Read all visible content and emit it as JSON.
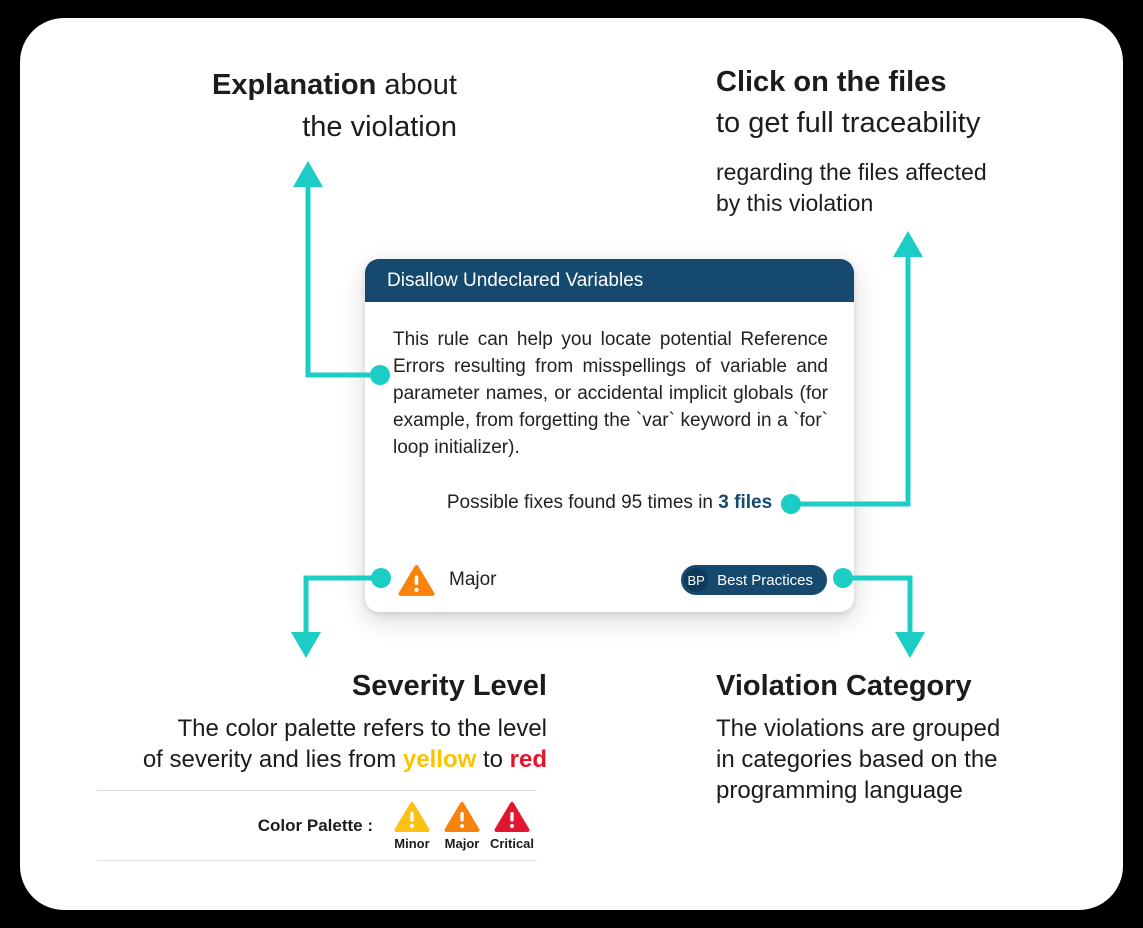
{
  "colors": {
    "accent": "#1BCDC4",
    "navy": "#15496E",
    "navy_dark": "#0B3A5C",
    "major_orange": "#F8820B",
    "text_yellow": "#FBC400",
    "text_red": "#E8132B"
  },
  "annotations": {
    "explanation": {
      "title_bold": "Explanation",
      "title_rest": " about",
      "title_line2": "the violation"
    },
    "traceability": {
      "title": "Click on the files",
      "subtitle": "to get full traceability",
      "body": "regarding the files affected\nby this violation"
    },
    "severity": {
      "title": "Severity Level",
      "body_pre": "The color palette refers to the level\nof severity and lies from ",
      "word_yellow": "yellow",
      "body_mid": " to ",
      "word_red": "red"
    },
    "palette": {
      "label": "Color Palette :",
      "items": [
        {
          "label": "Minor",
          "color": "#FCC213"
        },
        {
          "label": "Major",
          "color": "#F8820B"
        },
        {
          "label": "Critical",
          "color": "#E0172F"
        }
      ]
    },
    "category": {
      "title": "Violation Category",
      "body": "The violations are grouped\nin categories based on the\nprogramming language"
    }
  },
  "card": {
    "title": "Disallow Undeclared Variables",
    "description": "This rule can help you locate potential Reference Errors resulting from misspellings of variable and parameter names, or accidental implicit globals (for example, from forgetting the `var` keyword in a `for` loop initializer).",
    "fixes": {
      "text": "Possible fixes found 95 times in ",
      "link": "3 files"
    },
    "severity": {
      "label": "Major"
    },
    "badge": {
      "abbr": "BP",
      "label": "Best Practices"
    }
  }
}
